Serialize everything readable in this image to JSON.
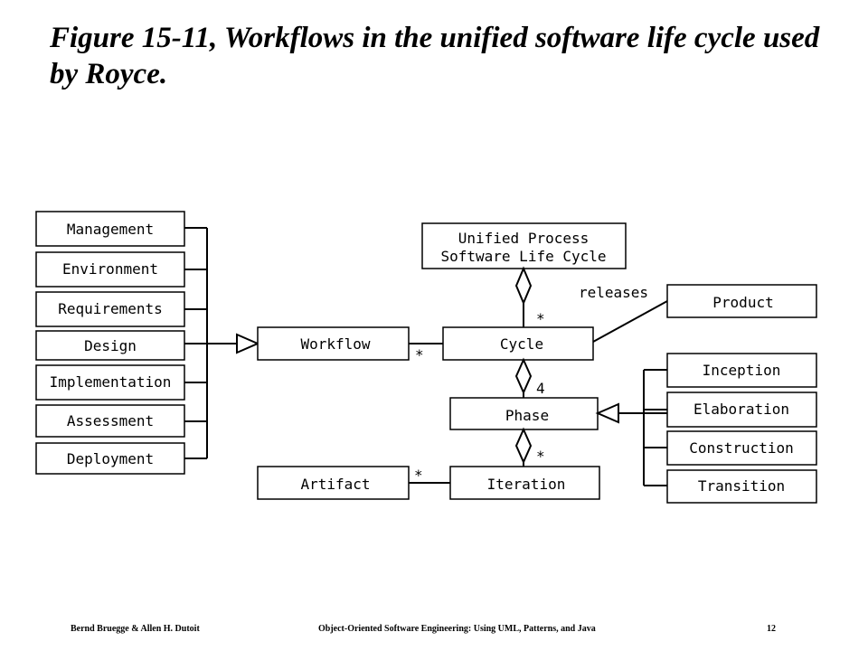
{
  "title": "Figure 15-11, Workflows in the unified software life cycle used by Royce.",
  "workflows": [
    "Management",
    "Environment",
    "Requirements",
    "Design",
    "Implementation",
    "Assessment",
    "Deployment"
  ],
  "phases": [
    "Inception",
    "Elaboration",
    "Construction",
    "Transition"
  ],
  "classes": {
    "workflow": "Workflow",
    "cycle": "Cycle",
    "phase": "Phase",
    "iteration": "Iteration",
    "artifact": "Artifact",
    "product": "Product",
    "unified_line1": "Unified Process",
    "unified_line2": "Software Life Cycle"
  },
  "labels": {
    "releases": "releases",
    "mult_cycle_top": "*",
    "mult_workflow": "*",
    "mult_phase": "4",
    "mult_iteration": "*",
    "mult_artifact": "*"
  },
  "footer": {
    "authors": "Bernd Bruegge & Allen H. Dutoit",
    "book": "Object-Oriented Software Engineering: Using UML, Patterns, and Java",
    "page": "12"
  }
}
